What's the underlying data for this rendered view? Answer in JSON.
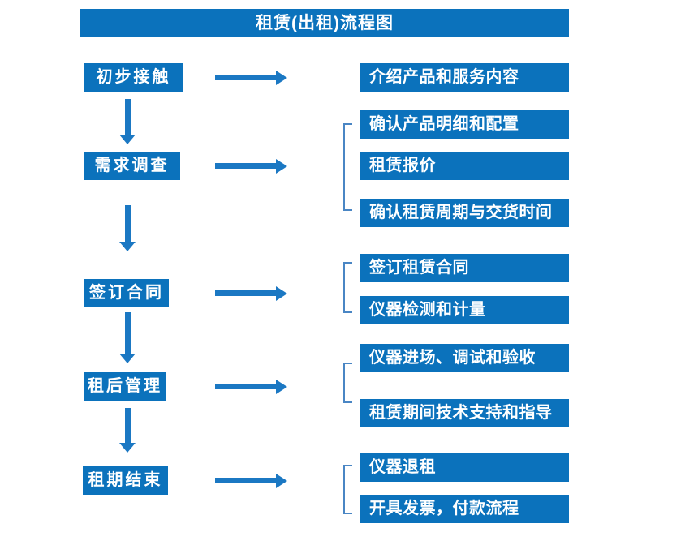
{
  "title": "租赁(出租)流程图",
  "colors": {
    "box_blue": "#0b72bc",
    "arrow_blue": "#1b78c3",
    "bracket_blue": "#4a86c4",
    "text_white": "#ffffff",
    "background": "#ffffff"
  },
  "flow": [
    {
      "step": "初步接触",
      "details": [
        "介绍产品和服务内容"
      ]
    },
    {
      "step": "需求调查",
      "details": [
        "确认产品明细和配置",
        "租赁报价",
        "确认租赁周期与交货时间"
      ]
    },
    {
      "step": "签订合同",
      "details": [
        "签订租赁合同",
        "仪器检测和计量"
      ]
    },
    {
      "step": "租后管理",
      "details": [
        "仪器进场、调试和验收",
        "租赁期间技术支持和指导"
      ]
    },
    {
      "step": "租期结束",
      "details": [
        "仪器退租",
        "开具发票，付款流程"
      ]
    }
  ]
}
